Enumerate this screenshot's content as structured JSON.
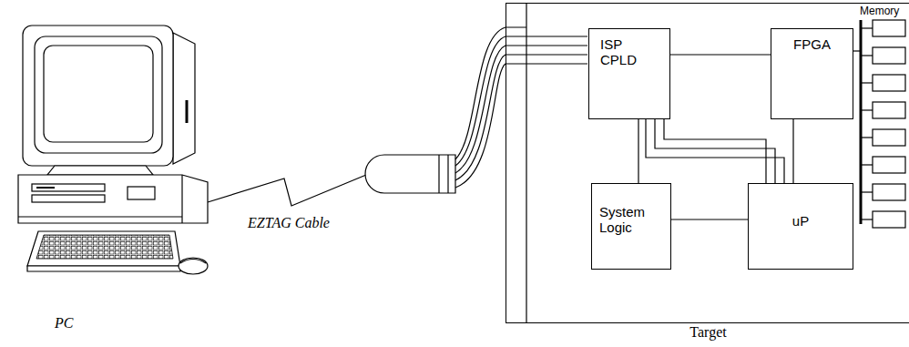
{
  "diagram": {
    "nodes": [
      {
        "text": [
          "Target"
        ]
      },
      {
        "text": [
          "ISP CPLD"
        ],
        "in": 0
      },
      {
        "text": [
          "FPGA"
        ],
        "in": 0
      },
      {
        "text": [
          "System Logic"
        ],
        "in": 0
      },
      {
        "text": [
          "uP"
        ],
        "in": 0
      }
    ],
    "edges": [
      {
        "from": 1,
        "to": 2,
        "arrow": "none"
      },
      {
        "from": 1,
        "to": 3,
        "arrow": "none"
      },
      {
        "from": 2,
        "to": 4,
        "arrow": "none"
      },
      {
        "from": 3,
        "to": 4,
        "arrow": "none"
      },
      {
        "from": 1,
        "to": 4,
        "arrow": "none"
      },
      {
        "from": 1,
        "to": 4,
        "arrow": "none"
      },
      {
        "from": 1,
        "to": 4,
        "arrow": "none"
      }
    ],
    "labels": [
      "Memory",
      "EZTAG Cable",
      "PC"
    ]
  }
}
